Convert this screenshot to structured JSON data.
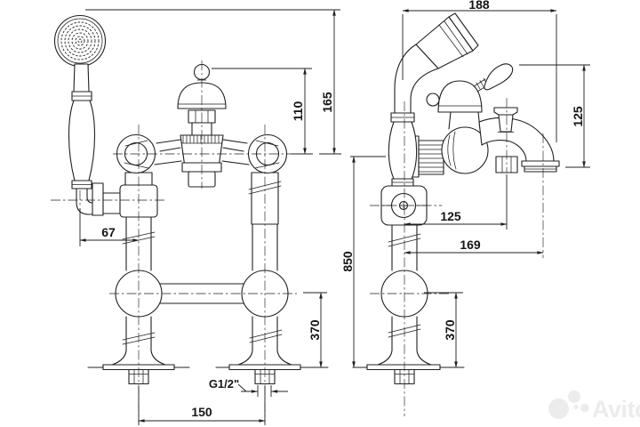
{
  "drawing": {
    "kind": "technical-dimension-drawing",
    "views": [
      "front",
      "side"
    ],
    "dims": {
      "d67": "67",
      "d110": "110",
      "d165": "165",
      "d370_front": "370",
      "d150": "150",
      "thread": "G1/2\"",
      "d188": "188",
      "d125_height": "125",
      "d850": "850",
      "d370_side": "370",
      "d125_offset": "125",
      "d169": "169"
    }
  },
  "watermark": {
    "text": "Avito"
  }
}
